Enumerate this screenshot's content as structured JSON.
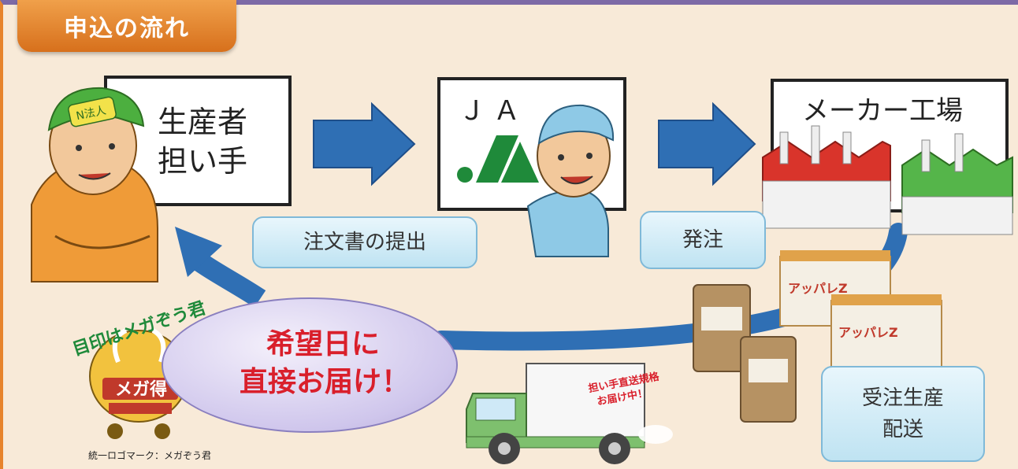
{
  "header": {
    "title": "申込の流れ"
  },
  "steps": {
    "producer": {
      "line1": "生産者",
      "line2": "担い手"
    },
    "ja": {
      "label": "ＪＡ"
    },
    "maker": {
      "label": "メーカー工場"
    }
  },
  "flow_labels": {
    "order_submission": "注文書の提出",
    "order_placement": "発注",
    "production": {
      "line1": "受注生産",
      "line2": "配送"
    }
  },
  "bubble": {
    "line1": "希望日に",
    "line2": "直接お届け！"
  },
  "mascot": {
    "title": "目印はメガぞう君",
    "badge": "メガ得",
    "caption": "統一ロゴマーク：メガぞう君"
  },
  "truck": {
    "sign": "担い手直送規格お届け中！"
  },
  "products": {
    "brand": "アッパレZ"
  },
  "colors": {
    "arrow_blue": "#2f6fb4",
    "tab_orange": "#e07b22",
    "bubble_text": "#d91f2b",
    "factory_red": "#d9342b",
    "factory_green": "#55b54a"
  }
}
